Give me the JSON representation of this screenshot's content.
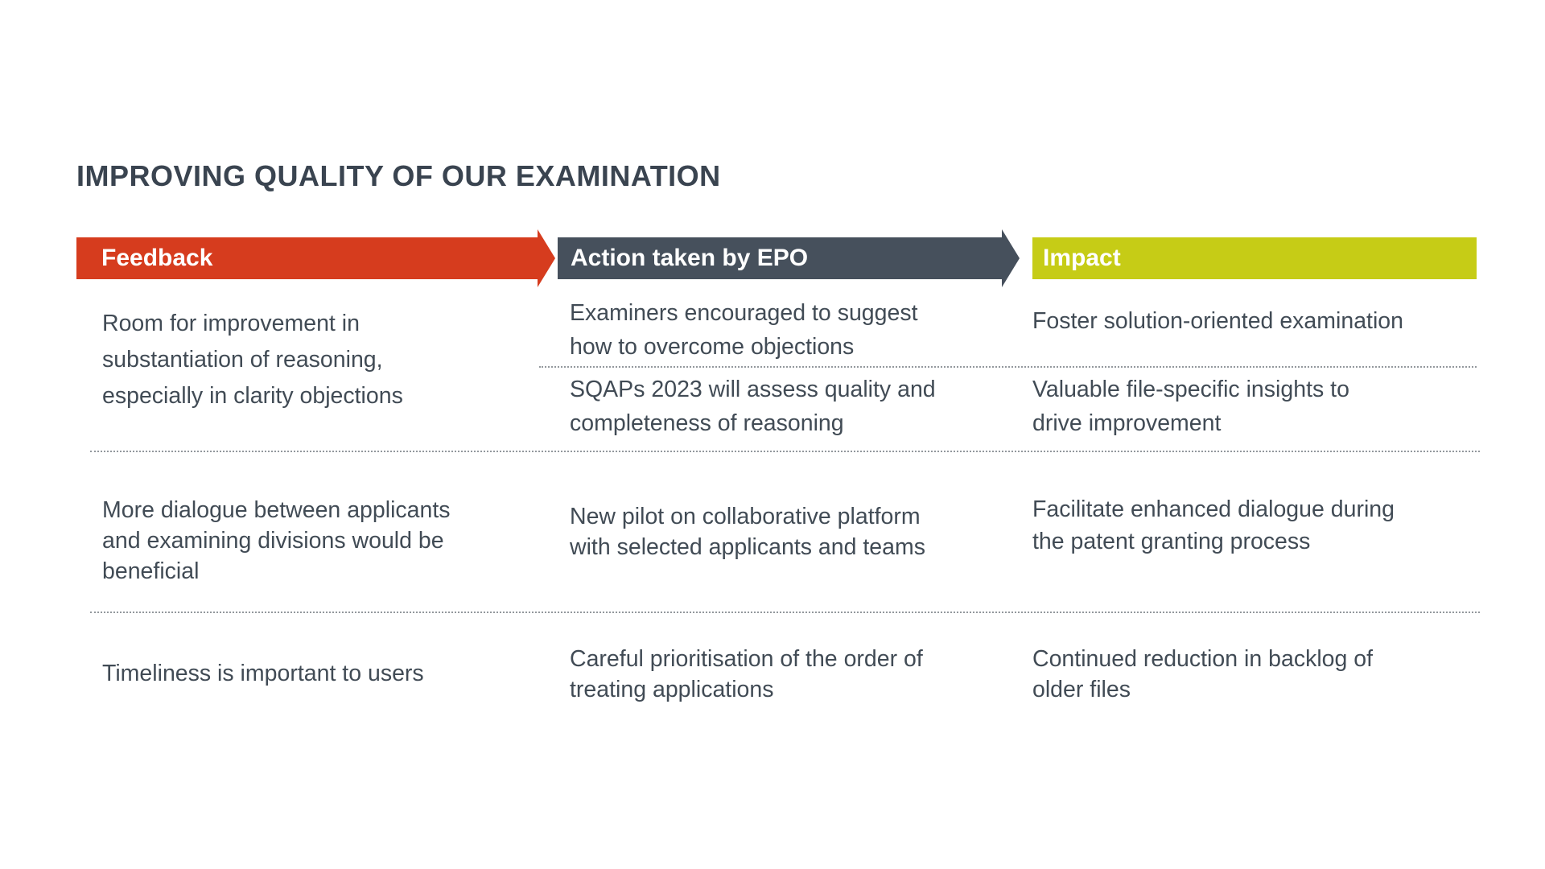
{
  "slide": {
    "title": "IMPROVING QUALITY OF OUR EXAMINATION",
    "colors": {
      "feedback_header": "#d63c1e",
      "action_header": "#46505c",
      "impact_header": "#c6cc16",
      "title_text": "#3a4450",
      "body_text": "#414b55",
      "separator": "#93989d"
    },
    "columns": [
      {
        "id": "feedback",
        "label": "Feedback"
      },
      {
        "id": "action",
        "label": "Action taken by EPO"
      },
      {
        "id": "impact",
        "label": "Impact"
      }
    ],
    "rows": [
      {
        "feedback": "Room for improvement in\nsubstantiation of reasoning,\nespecially in clarity objections",
        "items": [
          {
            "action": "Examiners encouraged to suggest\nhow to overcome objections",
            "impact": "Foster solution-oriented examination"
          },
          {
            "action": "SQAPs 2023 will assess quality and\ncompleteness of reasoning",
            "impact": "Valuable file-specific insights to\ndrive improvement"
          }
        ]
      },
      {
        "feedback": "More dialogue between applicants\nand examining divisions would be\nbeneficial",
        "items": [
          {
            "action": "New pilot on collaborative platform\nwith selected applicants and teams",
            "impact": "Facilitate enhanced dialogue during\nthe patent granting process"
          }
        ]
      },
      {
        "feedback": "Timeliness is important to users",
        "items": [
          {
            "action": "Careful prioritisation of the order of\ntreating applications",
            "impact": "Continued reduction in backlog of\nolder files"
          }
        ]
      }
    ]
  }
}
